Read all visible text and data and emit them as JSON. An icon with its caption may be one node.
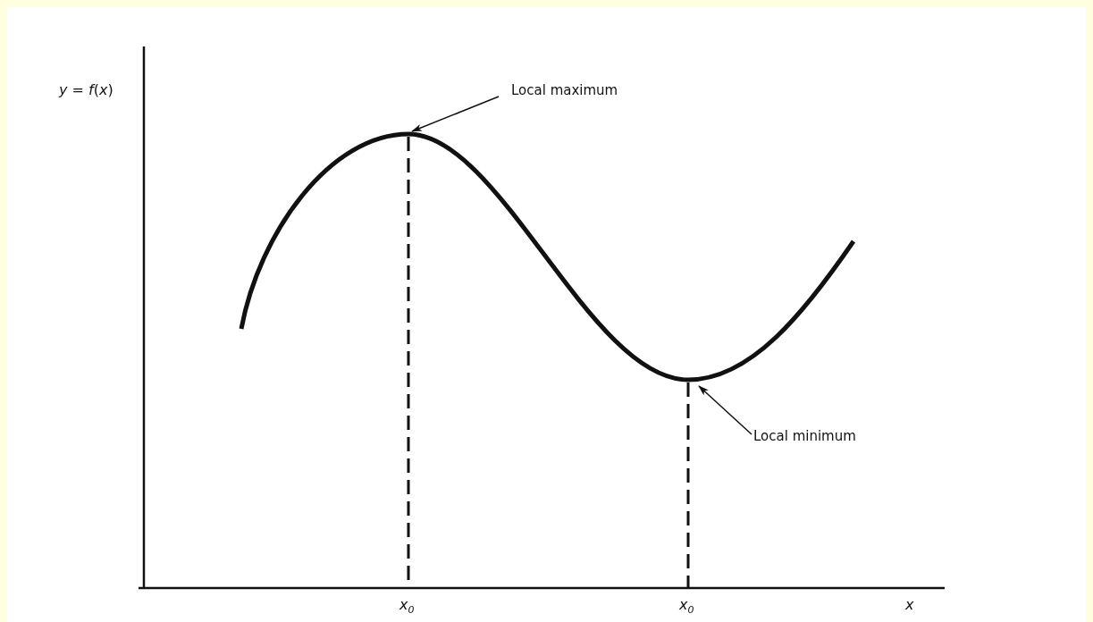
{
  "diagram": {
    "nodes": [
      {
        "text": [
          "Local maximum"
        ]
      },
      {
        "text": [
          "Local minimum"
        ]
      }
    ],
    "edges": [
      {
        "from": 0,
        "to": null,
        "arrow": "to"
      },
      {
        "from": 1,
        "to": null,
        "arrow": "to"
      }
    ],
    "labels": [
      "*y* = *f*(*x*)",
      "x$_{0}$",
      "x$_{0}$",
      "x"
    ]
  }
}
